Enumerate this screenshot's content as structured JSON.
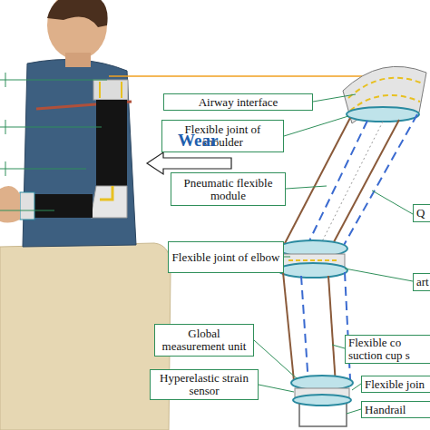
{
  "diagram": {
    "nodes": [
      {
        "text": [
          "Airway interface"
        ]
      },
      {
        "text": [
          "Flexible joint of shoulder"
        ]
      },
      {
        "text": [
          "Pneumatic flexible module"
        ]
      },
      {
        "text": [
          "Q"
        ]
      },
      {
        "text": [
          "Flexible joint of elbow"
        ]
      },
      {
        "text": [
          "art"
        ]
      },
      {
        "text": [
          "Global measurement unit"
        ]
      },
      {
        "text": [
          "Flexible co suction cup s"
        ]
      },
      {
        "text": [
          "Hyperelastic strain sensor"
        ]
      },
      {
        "text": [
          "Flexible join"
        ]
      },
      {
        "text": [
          "Handrail"
        ]
      }
    ],
    "labels": [
      "Wear"
    ]
  }
}
